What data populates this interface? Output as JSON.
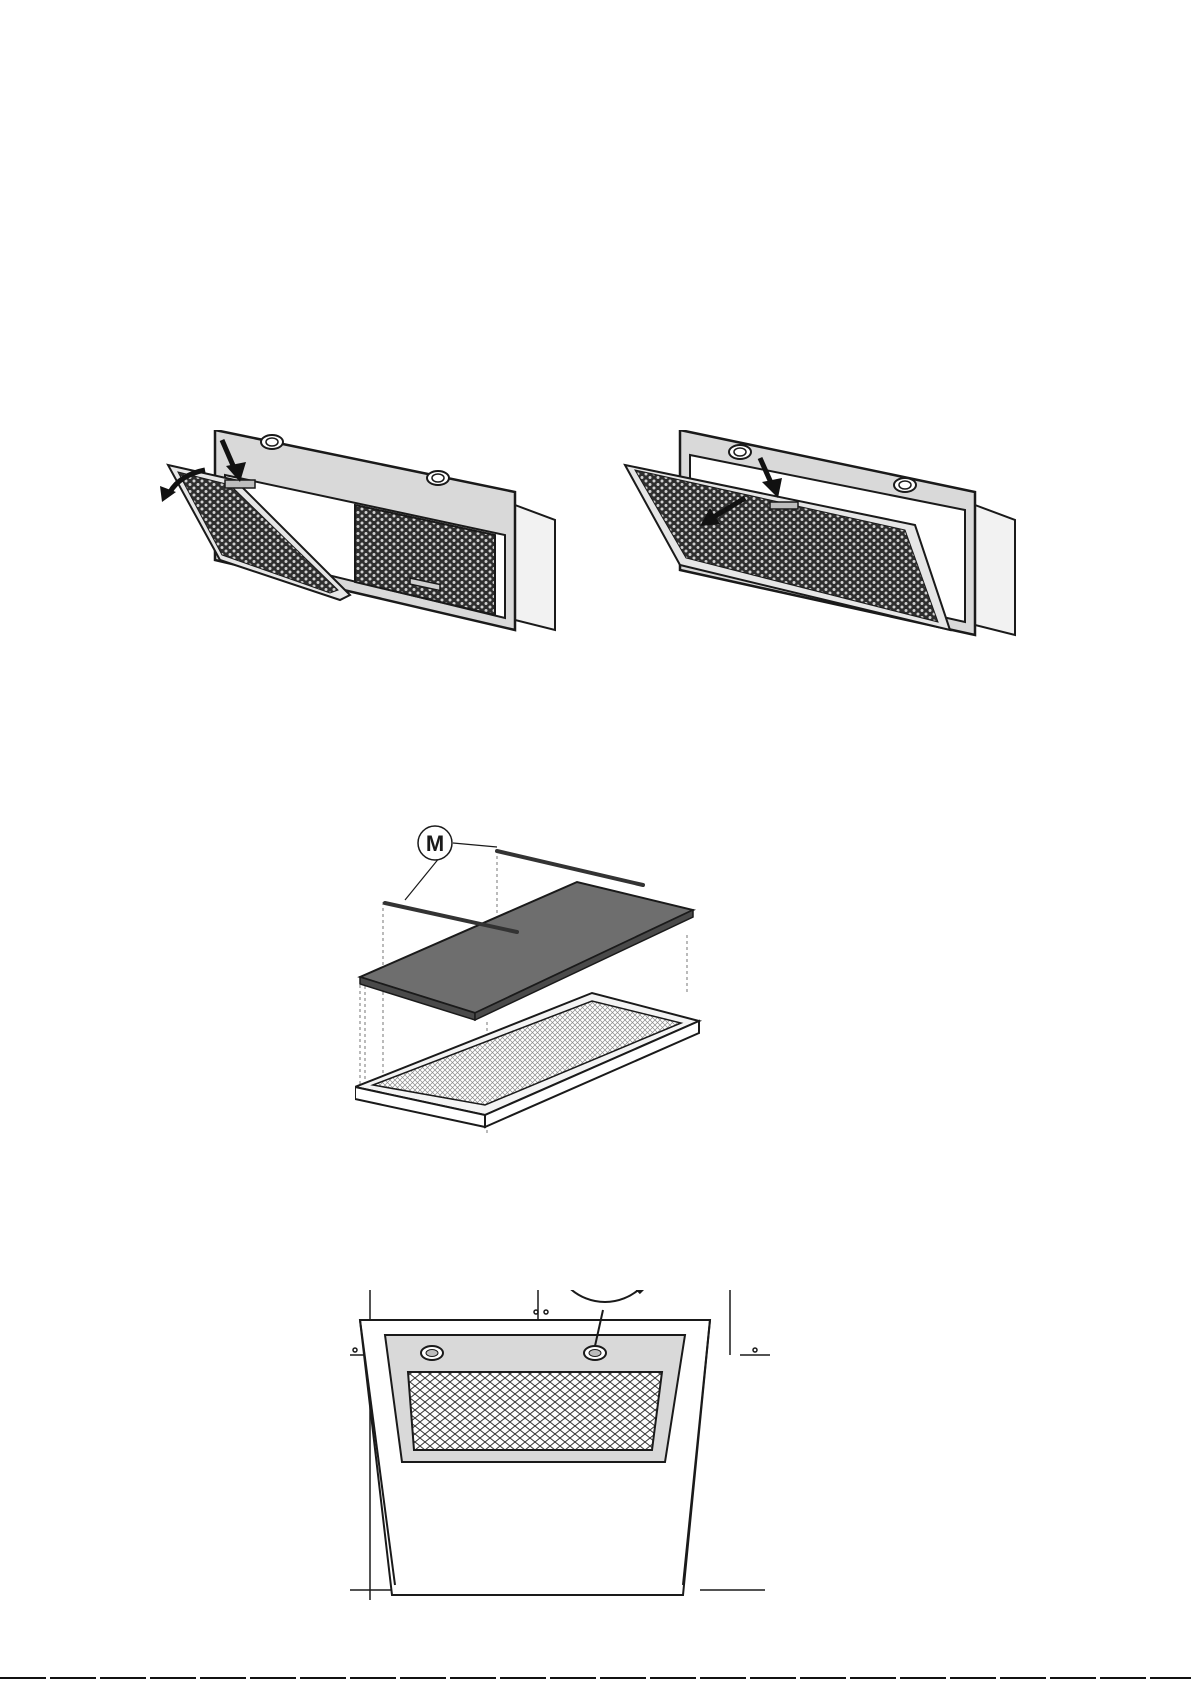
{
  "figures": {
    "remove_filters": {
      "name": "grease-filter-removal",
      "arrow_icons": [
        "press-down-arrow-icon",
        "pull-out-arrow-icon"
      ]
    },
    "carbon_filter": {
      "name": "carbon-filter-assembly",
      "callout_label": "M"
    },
    "lamp": {
      "name": "lamp-replacement",
      "tool_icon": "screwdriver-icon"
    }
  },
  "colors": {
    "line": "#1a1a1a",
    "panel_gray": "#d9d9d9",
    "carbon_gray": "#6e6e6e",
    "mesh_dark": "#3a3a3a",
    "background": "#ffffff"
  }
}
